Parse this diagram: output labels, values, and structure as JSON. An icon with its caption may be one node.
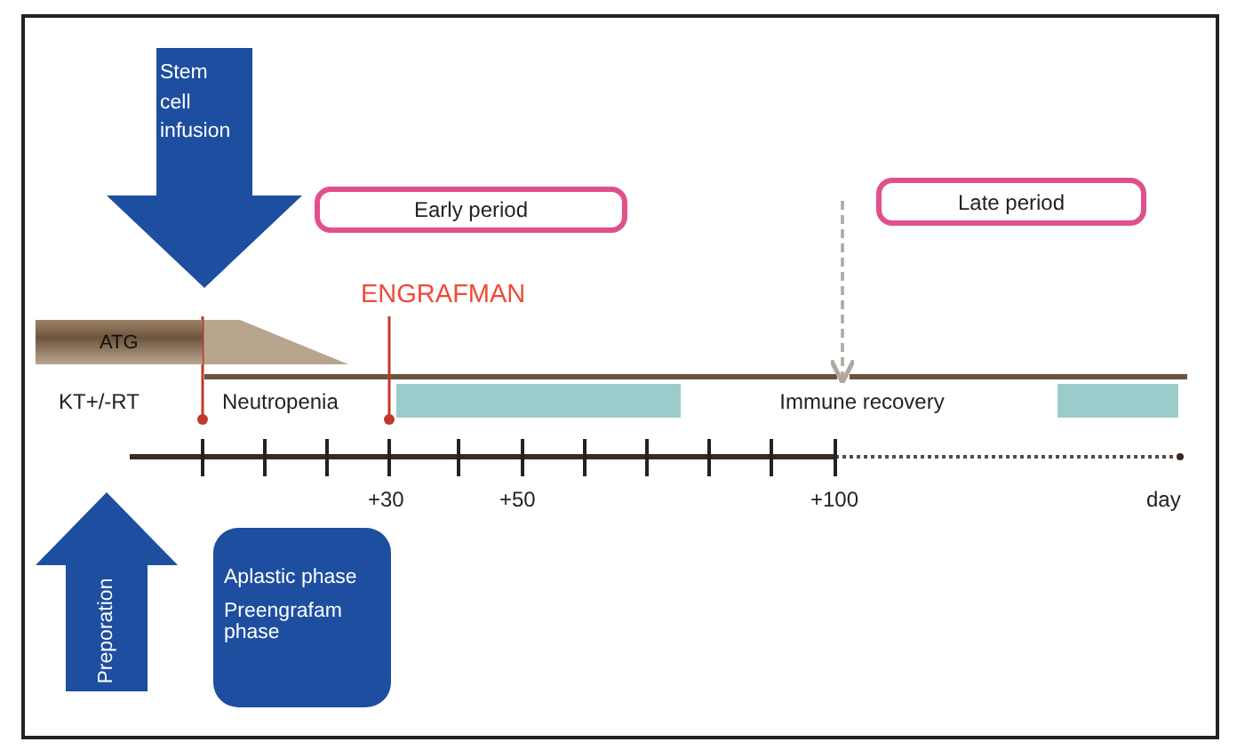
{
  "diagram": {
    "nodes": [
      {
        "text": [
          "Stem cell infusion"
        ]
      },
      {
        "text": [
          "Early period"
        ]
      },
      {
        "text": [
          "Late period"
        ]
      },
      {
        "text": [
          "ATG"
        ]
      },
      {
        "text": [
          "Immune recovery"
        ]
      },
      {
        "text": [
          "Preporation"
        ]
      },
      {
        "text": [
          "Aplastic phase",
          "Preengrafam phase"
        ]
      }
    ],
    "edges": [
      {
        "from": null,
        "to": 4,
        "arrow": "to",
        "style": "dashed",
        "color": "#b0a8a0"
      }
    ],
    "labels": [
      "ENGRAFMAN",
      "KT+/-RT",
      "Neutropenia",
      "+30",
      "+50",
      "+100",
      "day"
    ]
  }
}
